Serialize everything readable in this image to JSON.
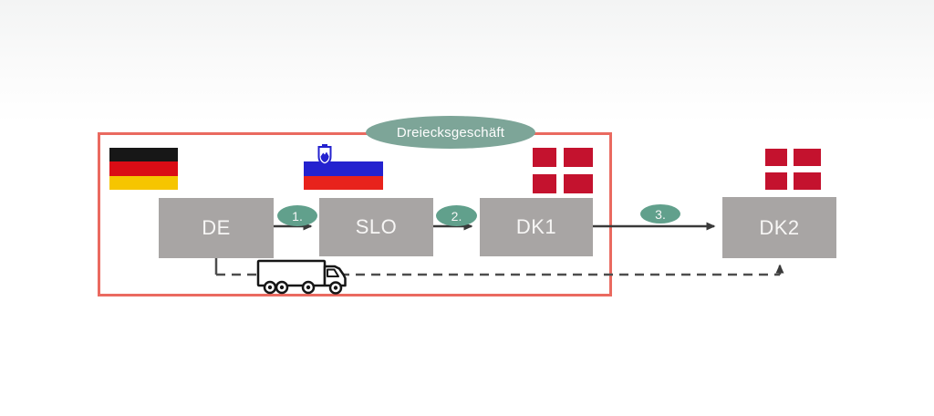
{
  "diagram": {
    "title": "Dreiecksgeschäft",
    "nodes": [
      {
        "id": "de",
        "label": "DE",
        "flag_icon": "germany-flag"
      },
      {
        "id": "slo",
        "label": "SLO",
        "flag_icon": "slovenia-flag"
      },
      {
        "id": "dk1",
        "label": "DK1",
        "flag_icon": "denmark-flag"
      },
      {
        "id": "dk2",
        "label": "DK2",
        "flag_icon": "denmark-flag"
      }
    ],
    "steps": [
      {
        "label": "1.",
        "from": "DE",
        "to": "SLO"
      },
      {
        "label": "2.",
        "from": "SLO",
        "to": "DK1"
      },
      {
        "label": "3.",
        "from": "DK1",
        "to": "DK2"
      }
    ],
    "goods_route": {
      "icon": "truck-icon",
      "style": "dashed",
      "from": "DE",
      "to": "DK2"
    }
  },
  "colors": {
    "accent-red": "#ea6a60",
    "teal-title": "#7da598",
    "teal-step": "#61a08c",
    "box-gray": "#a8a5a4",
    "box-text": "#f7f6f5",
    "arrow": "#3a3a3a",
    "dash": "#4d4d4d",
    "de-black": "#171717",
    "de-red": "#da0c15",
    "de-gold": "#f6c500",
    "si-blue": "#2422cf",
    "si-red": "#e8221c",
    "dk-red": "#c4122e"
  }
}
